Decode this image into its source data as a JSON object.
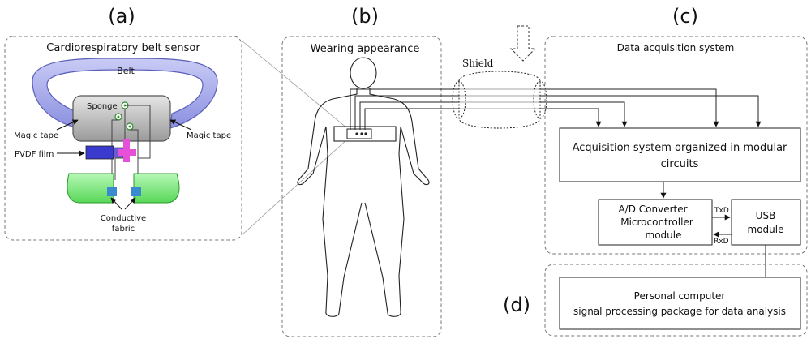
{
  "panels": {
    "a": {
      "letter": "(a)",
      "title": "Cardiorespiratory belt sensor"
    },
    "b": {
      "letter": "(b)",
      "title": "Wearing appearance"
    },
    "c": {
      "letter": "(c)",
      "title": "Data acquisition system"
    },
    "d": {
      "letter": "(d)"
    }
  },
  "sensor": {
    "belt": "Belt",
    "sponge": "Sponge",
    "magic_tape_left": "Magic tape",
    "magic_tape_right": "Magic tape",
    "pvdf": "PVDF film",
    "fabric_line1": "Conductive",
    "fabric_line2": "fabric"
  },
  "acquisition": {
    "shield": "Shield",
    "modular_line1": "Acquisition system organized in modular",
    "modular_line2": "circuits",
    "ad_line1": "A/D Converter",
    "ad_line2": "Microcontroller",
    "ad_line3": "module",
    "txd": "TxD",
    "rxd": "RxD",
    "usb_line1": "USB",
    "usb_line2": "module"
  },
  "computer": {
    "line1": "Personal computer",
    "line2": "signal processing package for data analysis"
  },
  "colors": {
    "belt": "#9fa3e8",
    "sponge": "#b5b5b5",
    "pvdf_blue": "#3a3acf",
    "pvdf_pink": "#e64fd8",
    "fabric": "#7ff07f"
  }
}
